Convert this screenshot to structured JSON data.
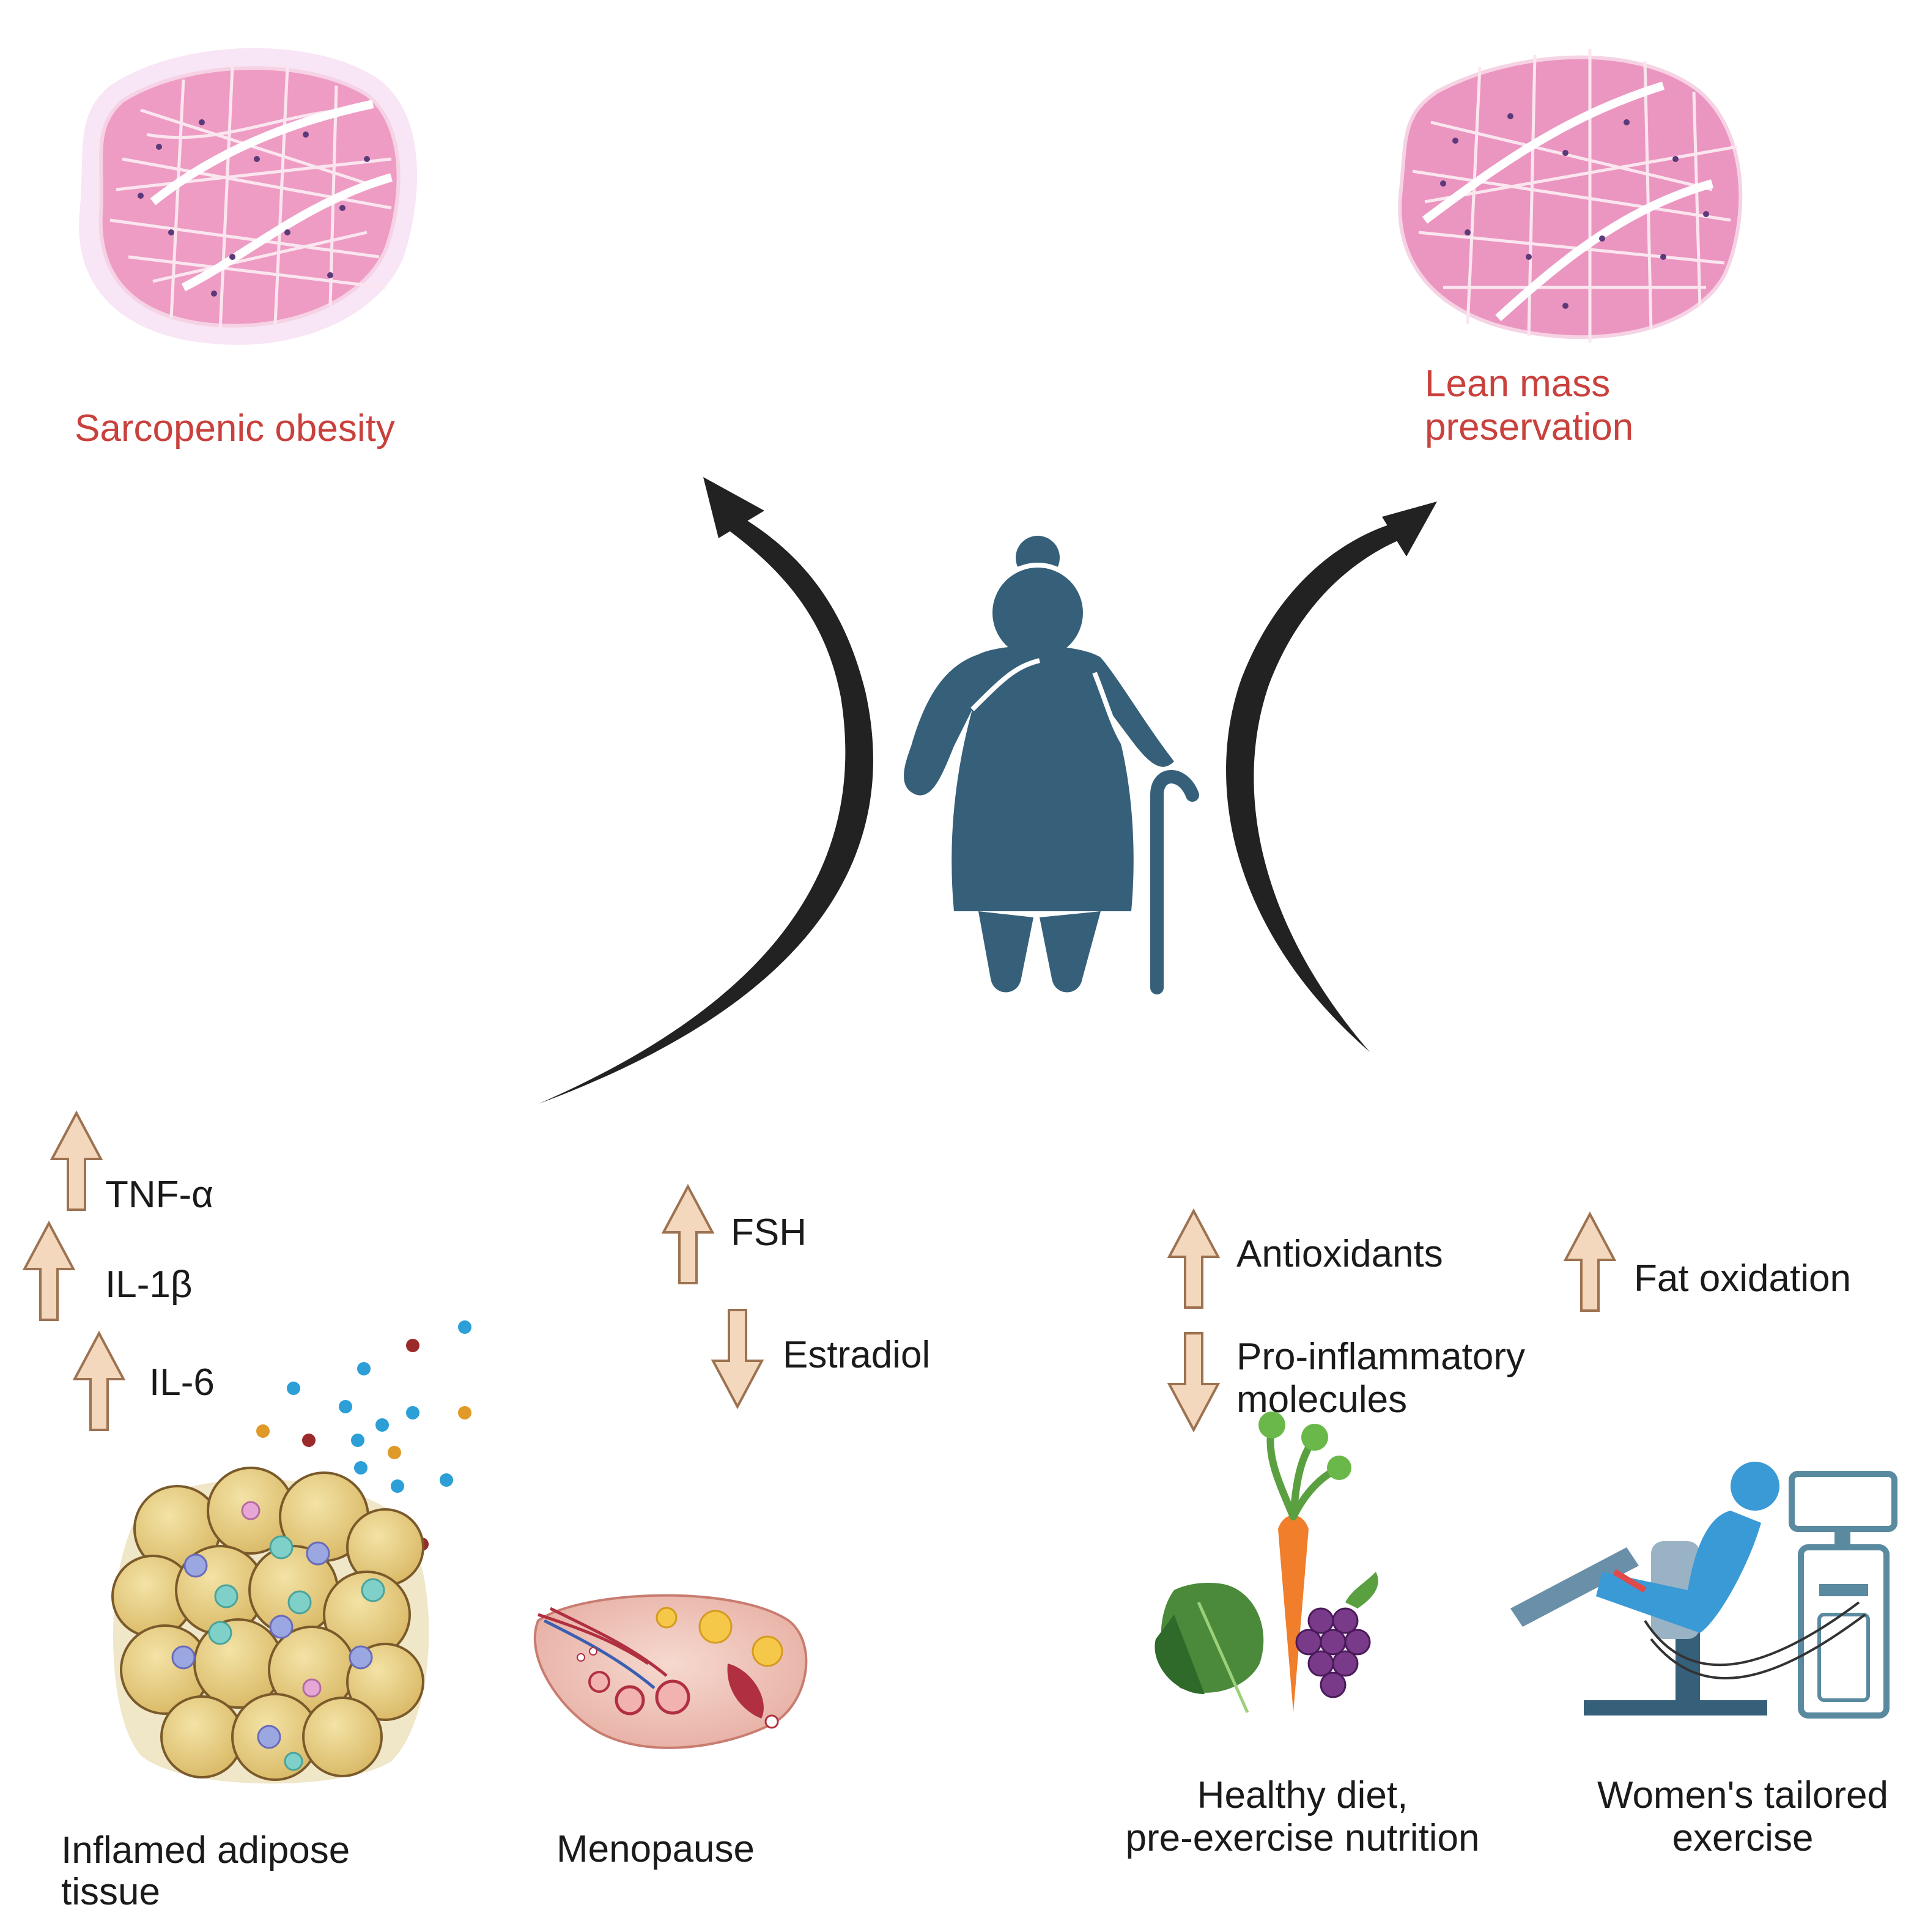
{
  "outcomes": {
    "left": "Sarcopenic obesity",
    "right_line1": "Lean mass",
    "right_line2": "preservation"
  },
  "markers": {
    "inflammation": [
      {
        "label": "TNF-α",
        "direction": "up"
      },
      {
        "label": "IL-1β",
        "direction": "up"
      },
      {
        "label": "IL-6",
        "direction": "up"
      }
    ],
    "hormones": [
      {
        "label": "FSH",
        "direction": "up"
      },
      {
        "label": "Estradiol",
        "direction": "down"
      }
    ],
    "diet": [
      {
        "label": "Antioxidants",
        "direction": "up"
      },
      {
        "label_line1": "Pro-inflammatory",
        "label_line2": "molecules",
        "direction": "down"
      }
    ],
    "exercise": [
      {
        "label": "Fat oxidation",
        "direction": "up"
      }
    ]
  },
  "captions": {
    "adipose_line1": "Inflamed adipose",
    "adipose_line2": "tissue",
    "menopause": "Menopause",
    "diet_line1": "Healthy diet,",
    "diet_line2": "pre-exercise nutrition",
    "exercise_line1": "Women's tailored",
    "exercise_line2": "exercise"
  },
  "colors": {
    "outcome_text": "#c9413d",
    "figure": "#36607a",
    "arrow_fill": "#f3d8bd",
    "arrow_stroke": "#9c7250",
    "muscle": "#e697bd",
    "curve": "#222222"
  },
  "icons": {
    "figure": "elderly-woman-with-cane-icon",
    "tissue_left": "muscle-cross-section-icon",
    "tissue_right": "muscle-cross-section-icon",
    "adipose": "adipose-cells-icon",
    "ovary": "ovary-icon",
    "diet": "vegetables-fruit-icon",
    "exercise": "exercise-machine-icon"
  }
}
